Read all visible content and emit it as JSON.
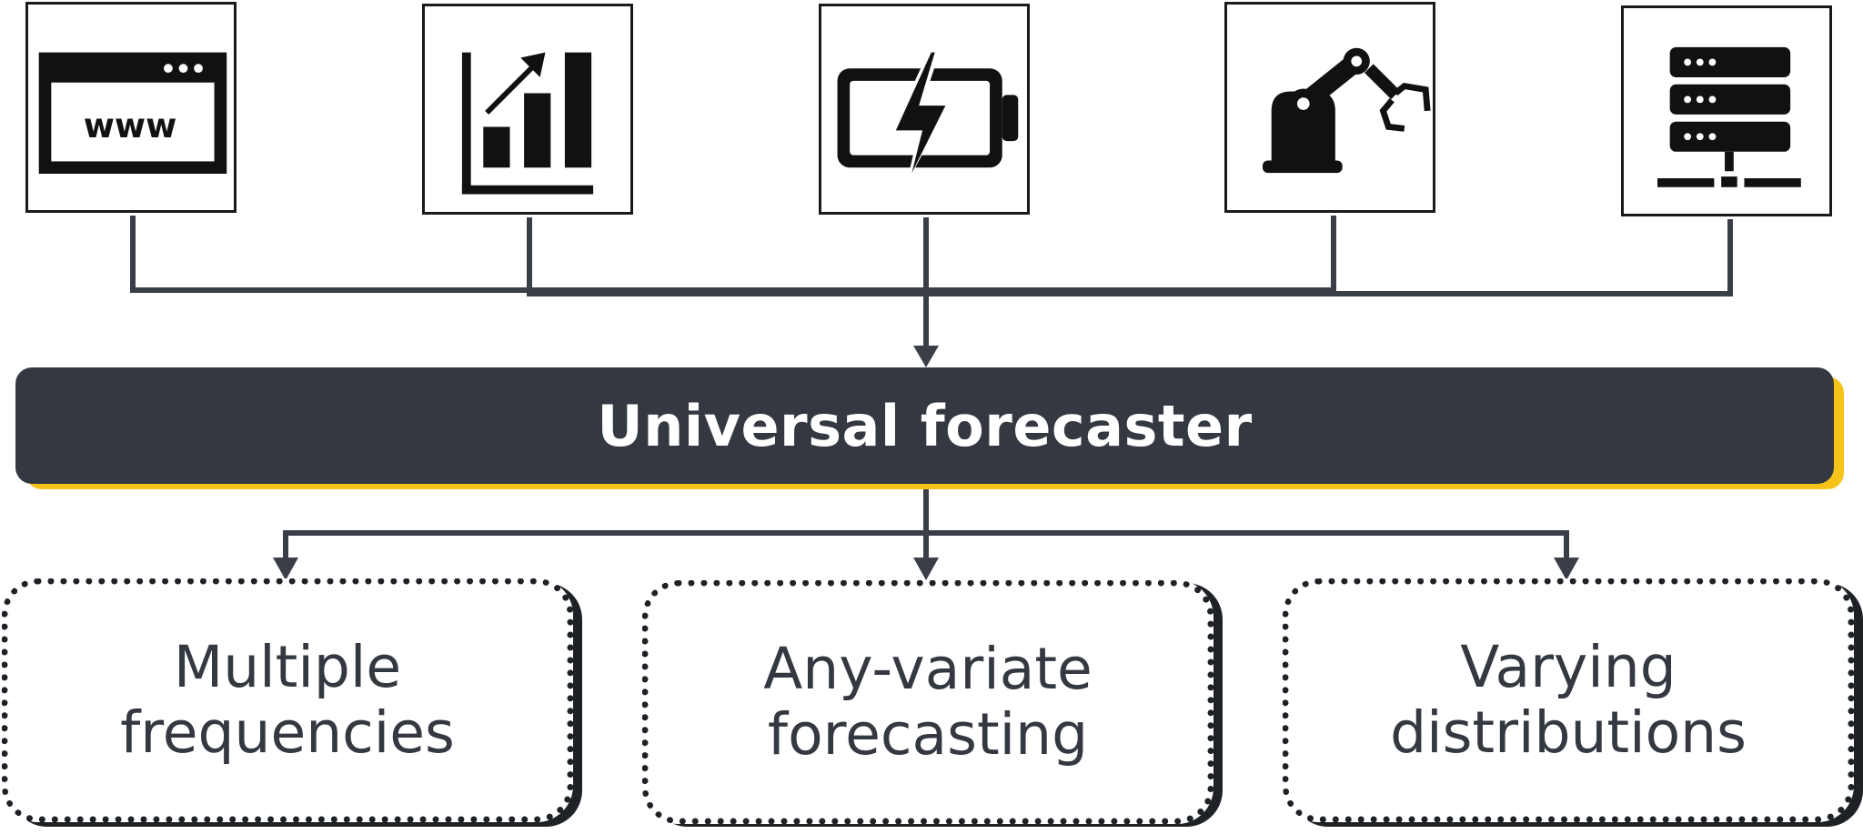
{
  "colors": {
    "dark": "#343840",
    "accent": "#f5c31a",
    "line": "#3a3e46",
    "box_border": "#1a1a1a"
  },
  "inputs": [
    {
      "icon": "browser-www-icon",
      "text": "www"
    },
    {
      "icon": "bar-chart-growth-icon"
    },
    {
      "icon": "battery-charging-icon"
    },
    {
      "icon": "robot-arm-icon"
    },
    {
      "icon": "server-network-icon"
    }
  ],
  "forecaster": {
    "label": "Universal forecaster"
  },
  "outputs": [
    {
      "line1": "Multiple",
      "line2": "frequencies"
    },
    {
      "line1": "Any-variate",
      "line2": "forecasting"
    },
    {
      "line1": "Varying",
      "line2": "distributions"
    }
  ]
}
